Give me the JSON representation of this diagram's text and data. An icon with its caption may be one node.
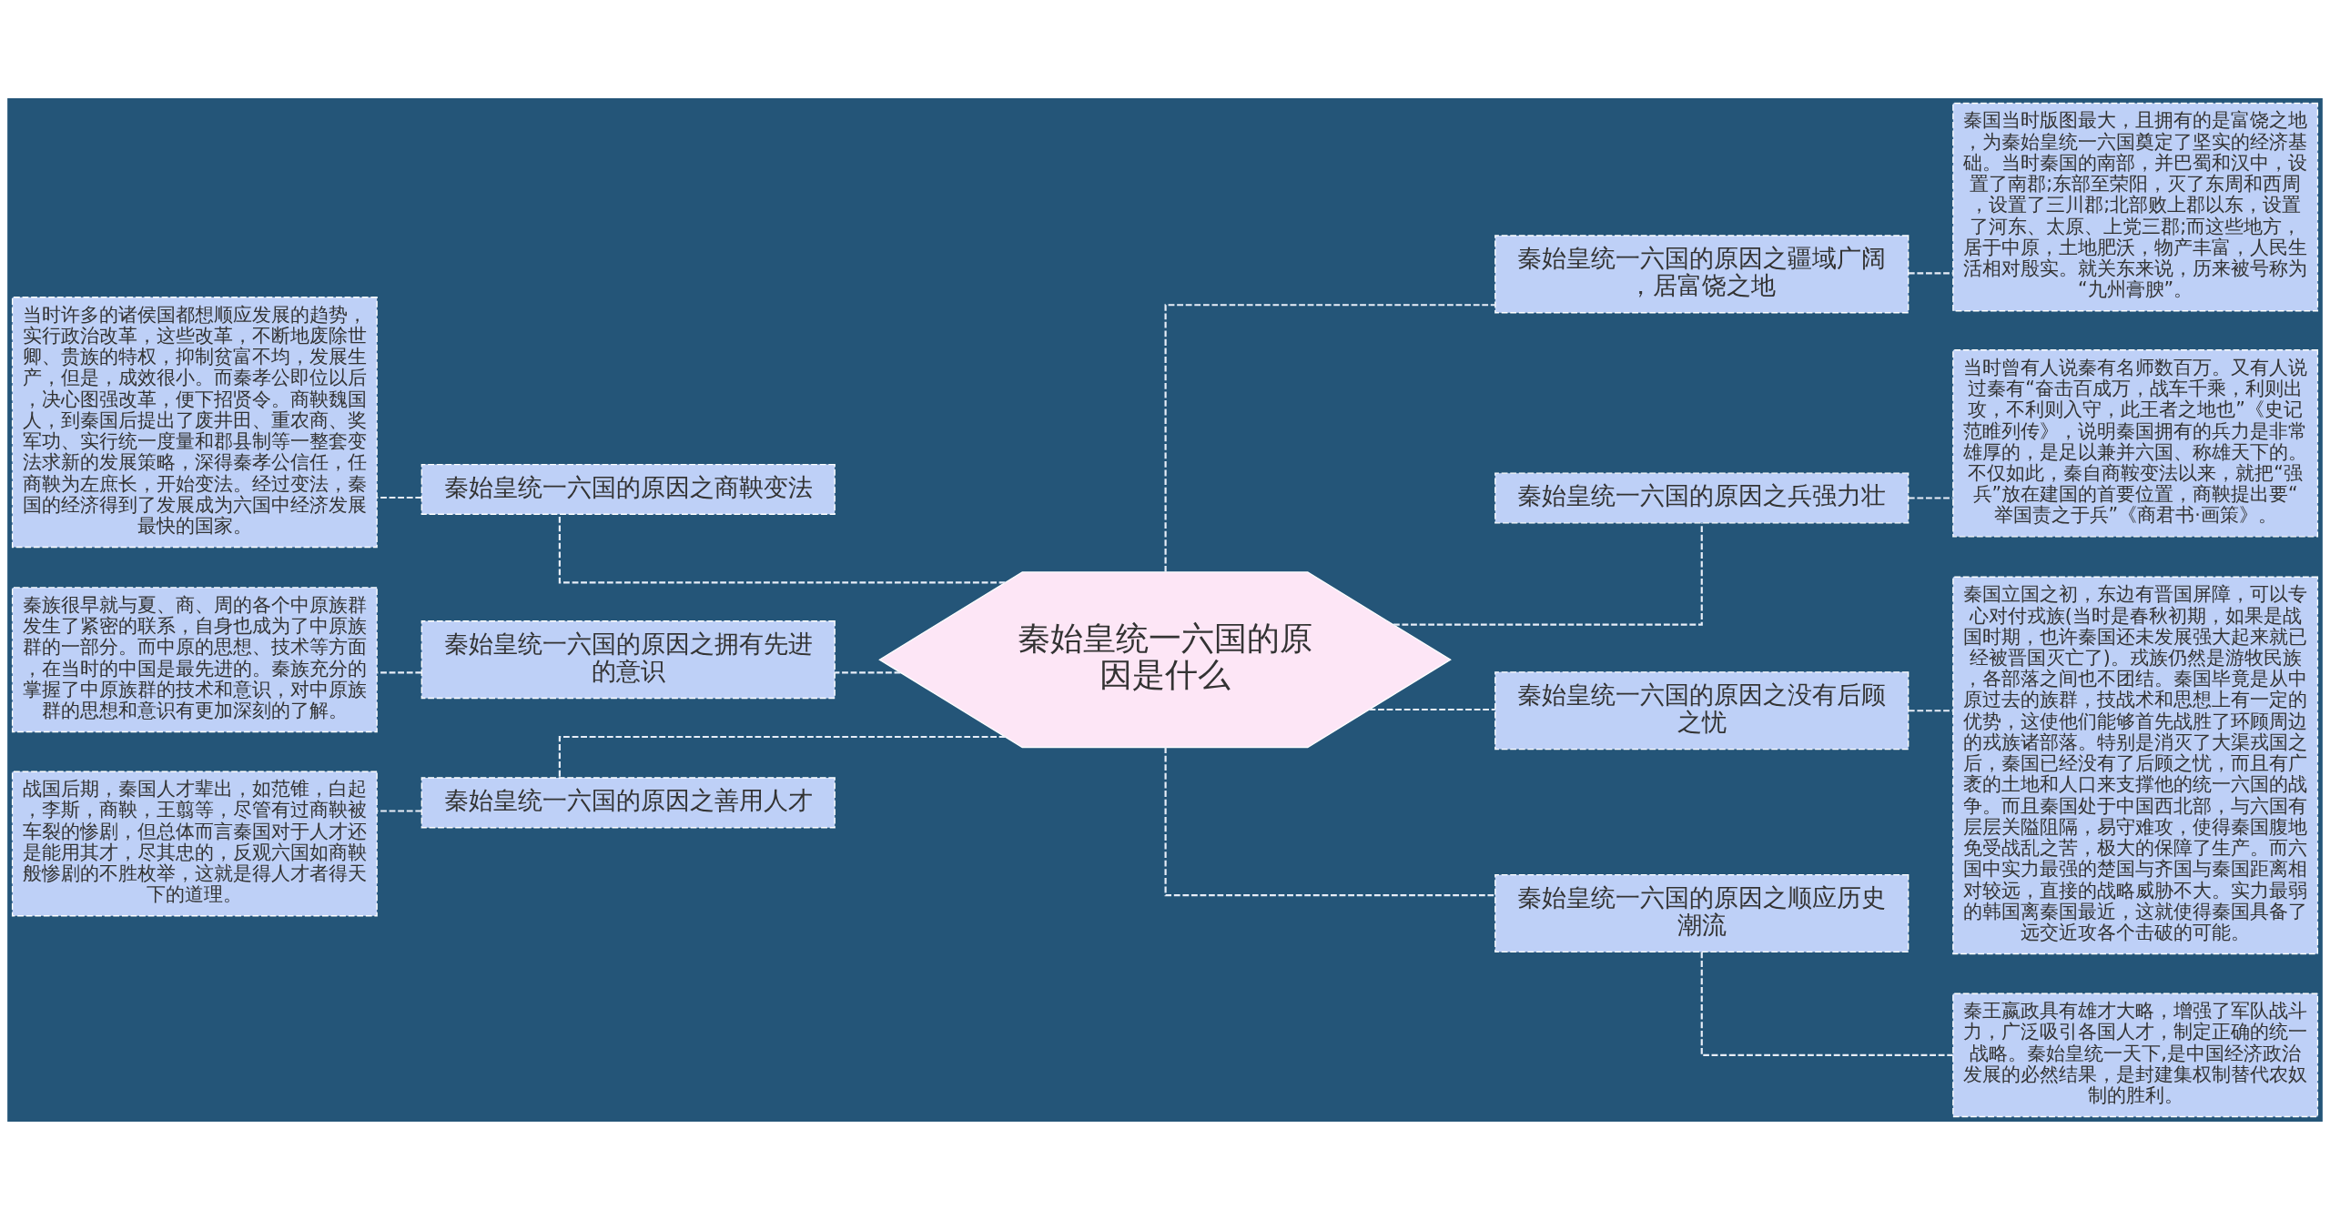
{
  "diagram": {
    "nodes": [
      {
        "text": [
          "秦始皇统一六国的原因是什么"
        ]
      },
      {
        "text": [
          "秦始皇统一六国的原因之商鞅变法"
        ]
      },
      {
        "text": [
          "当时许多的诸侯国都想顺应发展的趋势，实行政治改革，这些改革，不断地废除世卿、贵族的特权，抑制贫富不均，发展生产，但是，成效很小。而秦孝公即位以后，决心图强改革，便下招贤令。商鞅魏国人，到秦国后提出了废井田、重农商、奖军功、实行统一度量和郡县制等一整套变法求新的发展策略，深得秦孝公信任，任商鞅为左庶长，开始变法。经过变法，秦国的经济得到了发展成为六国中经济发展最快的国家。"
        ]
      },
      {
        "text": [
          "秦始皇统一六国的原因之拥有先进的意识"
        ]
      },
      {
        "text": [
          "秦族很早就与夏、商、周的各个中原族群发生了紧密的联系，自身也成为了中原族群的一部分。而中原的思想、技术等方面，在当时的中国是最先进的。秦族充分的掌握了中原族群的技术和意识，对中原族群的思想和意识有更加深刻的了解。"
        ]
      },
      {
        "text": [
          "秦始皇统一六国的原因之善用人才"
        ]
      },
      {
        "text": [
          "战国后期，秦国人才辈出，如范锥，白起，李斯，商鞅，王翦等，尽管有过商鞅被车裂的惨剧，但总体而言秦国对于人才还是能用其才，尽其忠的，反观六国如商鞅般惨剧的不胜枚举，这就是得人才者得天下的道理。"
        ]
      },
      {
        "text": [
          "秦始皇统一六国的原因之疆域广阔，居富饶之地"
        ]
      },
      {
        "text": [
          "秦国当时版图最大，且拥有的是富饶之地，为秦始皇统一六国奠定了坚实的经济基础。当时秦国的南部，并巴蜀和汉中，设置了南郡;东部至荣阳，灭了东周和西周，设置了三川郡;北部败上郡以东，设置了河东、太原、上党三郡;而这些地方，居于中原，土地肥沃，物产丰富，人民生活相对殷实。就关东来说，历来被号称为“九州膏腴”。"
        ]
      },
      {
        "text": [
          "秦始皇统一六国的原因之兵强力壮"
        ]
      },
      {
        "text": [
          "当时曾有人说秦有名师数百万。又有人说过秦有“奋击百成万，战车千乘，利则出攻，不利则入守，此王者之地也”《史记范睢列传》，说明秦国拥有的兵力是非常雄厚的，是足以兼并六国、称雄天下的。不仅如此，秦自商鞍变法以来，就把“强兵”放在建国的首要位置，商鞅提出要“举国责之于兵”《商君书·画策》。"
        ]
      },
      {
        "text": [
          "秦始皇统一六国的原因之没有后顾之忧"
        ]
      },
      {
        "text": [
          "秦国立国之初，东边有晋国屏障，可以专心对付戎族(当时是春秋初期，如果是战国时期，也许秦国还未发展强大起来就已经被晋国灭亡了)。戎族仍然是游牧民族，各部落之间也不团结。秦国毕竟是从中原过去的族群，技战术和思想上有一定的优势，这使他们能够首先战胜了环顾周边的戎族诸部落。特别是消灭了大渠戎国之后，秦国已经没有了后顾之忧，而且有广袤的土地和人口来支撑他的统一六国的战争。而且秦国处于中国西北部，与六国有层层关隘阻隔，易守难攻，使得秦国腹地免受战乱之苦，极大的保障了生产。而六国中实力最强的楚国与齐国与秦国距离相对较远，直接的战略威胁不大。实力最弱的韩国离秦国最近，这就使得秦国具备了远交近攻各个击破的可能。"
        ]
      },
      {
        "text": [
          "秦始皇统一六国的原因之顺应历史潮流"
        ]
      },
      {
        "text": [
          "秦王嬴政具有雄才大略，增强了军队战斗力，广泛吸引各国人才，制定正确的统一战略。秦始皇统一天下,是中国经济政治发展的必然结果，是封建集权制替代农奴制的胜利。"
        ]
      }
    ],
    "edges": [
      {
        "from": 0,
        "to": 1,
        "arrow": "none",
        "style": "dashed"
      },
      {
        "from": 1,
        "to": 2,
        "arrow": "none",
        "style": "dashed"
      },
      {
        "from": 0,
        "to": 3,
        "arrow": "none",
        "style": "dashed"
      },
      {
        "from": 3,
        "to": 4,
        "arrow": "none",
        "style": "dashed"
      },
      {
        "from": 0,
        "to": 5,
        "arrow": "none",
        "style": "dashed"
      },
      {
        "from": 5,
        "to": 6,
        "arrow": "none",
        "style": "dashed"
      },
      {
        "from": 0,
        "to": 7,
        "arrow": "none",
        "style": "dashed"
      },
      {
        "from": 7,
        "to": 8,
        "arrow": "none",
        "style": "dashed"
      },
      {
        "from": 0,
        "to": 9,
        "arrow": "none",
        "style": "dashed"
      },
      {
        "from": 9,
        "to": 10,
        "arrow": "none",
        "style": "dashed"
      },
      {
        "from": 0,
        "to": 11,
        "arrow": "none",
        "style": "dashed"
      },
      {
        "from": 11,
        "to": 12,
        "arrow": "none",
        "style": "dashed"
      },
      {
        "from": 0,
        "to": 13,
        "arrow": "none",
        "style": "dashed"
      },
      {
        "from": 13,
        "to": 14,
        "arrow": "none",
        "style": "dashed"
      }
    ]
  }
}
